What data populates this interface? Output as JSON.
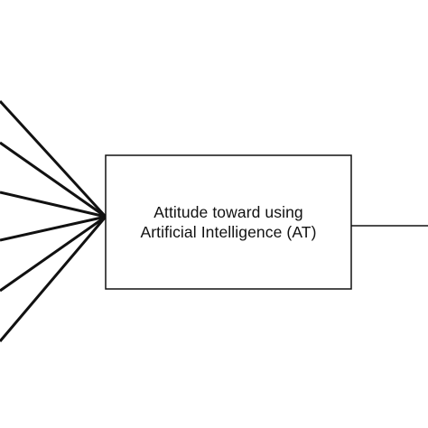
{
  "diagram": {
    "node": {
      "label_line1": "Attitude toward using",
      "label_line2": "Artificial Intelligence (AT)"
    },
    "incoming_edges": [
      {
        "from": "offscreen-left"
      },
      {
        "from": "offscreen-left"
      },
      {
        "from": "offscreen-left"
      },
      {
        "from": "offscreen-left"
      },
      {
        "from": "offscreen-left"
      },
      {
        "from": "offscreen-left"
      }
    ],
    "outgoing_edges": [
      {
        "to": "offscreen-right"
      }
    ],
    "colors": {
      "line": "#111111",
      "background": "#ffffff"
    }
  }
}
